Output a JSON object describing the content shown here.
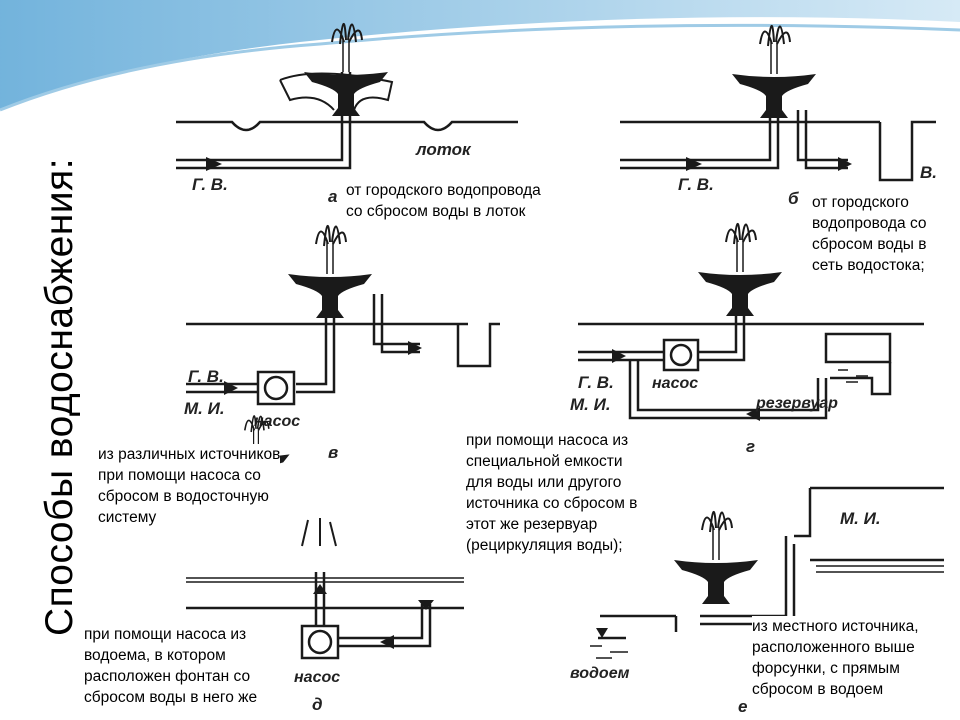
{
  "title": "Способы водоснабжения:",
  "schemes": [
    {
      "letter": "а",
      "caption": "от городского водопровода\nсо сбросом воды в лоток",
      "labels": {
        "gv": "Г. В.",
        "tray": "лоток"
      }
    },
    {
      "letter": "б",
      "caption": "от городского\nводопровода со\nсбросом воды в\nсеть водостока;",
      "labels": {
        "gv": "Г. В.",
        "v": "В."
      }
    },
    {
      "letter": "в",
      "caption": "из различных источников\nпри помощи насоса со\nсбросом в водосточную\nсистему",
      "labels": {
        "gv": "Г. В.",
        "mi": "М. И.",
        "pump": "насос"
      }
    },
    {
      "letter": "г",
      "caption": "при помощи насоса из\nспециальной емкости\nдля воды или другого\nисточника со сбросом в\nэтот же резервуар\n(рециркуляция воды);",
      "labels": {
        "gv": "Г. В.",
        "mi": "М. И.",
        "pump": "насос",
        "reservoir": "резервуар"
      }
    },
    {
      "letter": "д",
      "caption": "при помощи насоса из\nводоема, в котором\nрасположен фонтан со\nсбросом воды в него же",
      "labels": {
        "pump": "насос"
      }
    },
    {
      "letter": "е",
      "caption": "из местного источника,\nрасположенного выше\nфорсунки, с прямым\nсбросом в водоем",
      "labels": {
        "mi": "М. И.",
        "pond": "водоем"
      }
    }
  ],
  "colors": {
    "background": "#ffffff",
    "ink": "#1a1a1a",
    "swoosh": "#6fb3d9"
  }
}
